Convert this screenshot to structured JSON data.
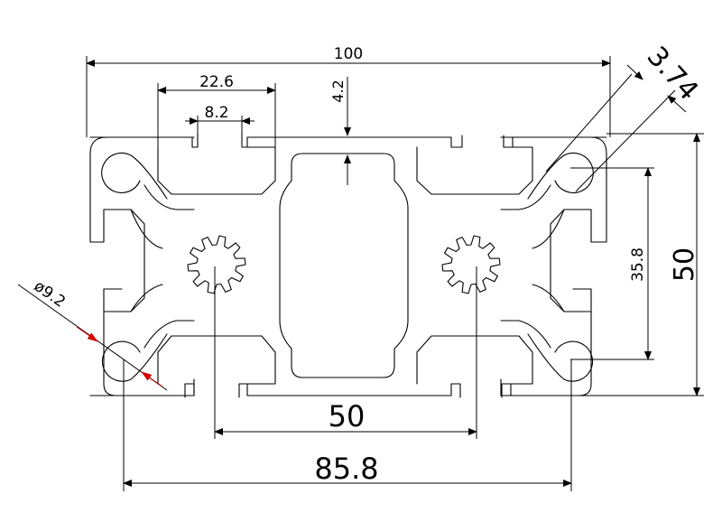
{
  "drawing": {
    "subject": "aluminium-profile-cross-section",
    "line_color": "#000000",
    "arrow_color": "#d40000",
    "background": "#ffffff"
  },
  "dimensions": {
    "overall_width": "100",
    "slot_top_width": "22.6",
    "slot_opening": "8.2",
    "wall_thickness": "4.2",
    "corner_fillet": "3.74",
    "overall_height": "50",
    "bore_spacing_vertical": "35.8",
    "hole_diameter": "ø9.2",
    "center_spacing": "50",
    "bore_spacing_horizontal": "85.8"
  }
}
